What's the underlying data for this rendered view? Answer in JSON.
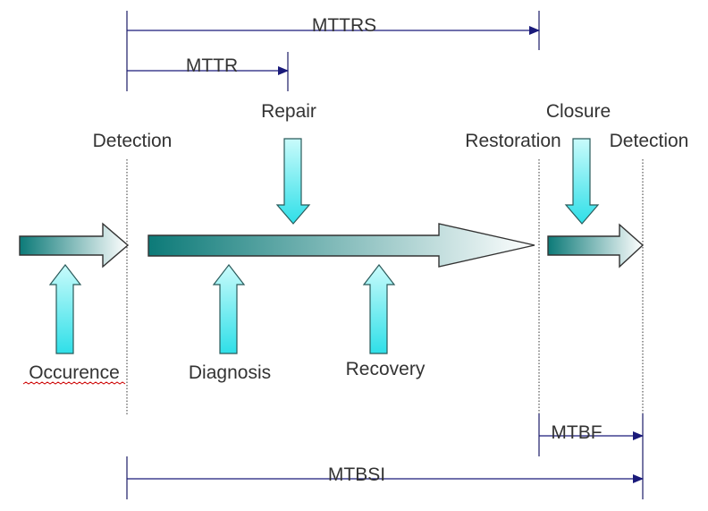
{
  "measures": {
    "mttrs": "MTTRS",
    "mttr": "MTTR",
    "mtbf": "MTBF",
    "mtbsi": "MTBSI"
  },
  "events": {
    "repair": "Repair",
    "closure": "Closure",
    "detection_1": "Detection",
    "restoration": "Restoration",
    "detection_2": "Detection",
    "occurence": "Occurence",
    "diagnosis": "Diagnosis",
    "recovery": "Recovery"
  },
  "colors": {
    "arrow_dark": "#0c7a78",
    "arrow_light": "#ffffff",
    "pointer_top": "#c9fbfb",
    "pointer_bottom": "#2fdfe8",
    "measure_line": "#1a1a7a",
    "text": "#333333",
    "spellcheck_underline": "#cc0000"
  }
}
